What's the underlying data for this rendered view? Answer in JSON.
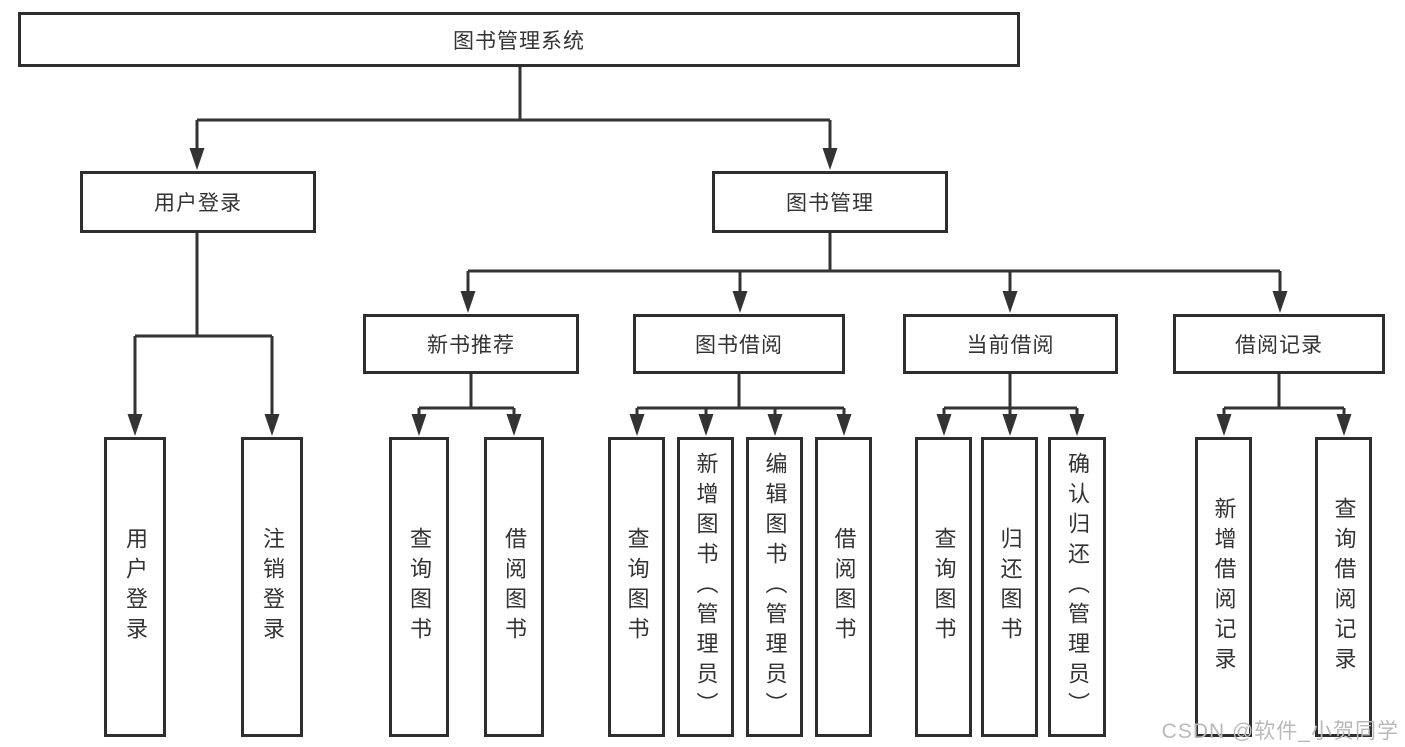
{
  "diagram": {
    "type": "hierarchy-tree",
    "colors": {
      "line": "#333333",
      "border": "#2e2e2e",
      "text": "#333333",
      "background": "#ffffff",
      "watermark_color": "#b9b9b9"
    },
    "nodes": {
      "root": "图书管理系统",
      "user_login": "用户登录",
      "book_management": "图书管理",
      "new_book_recommend": "新书推荐",
      "book_borrowing": "图书借阅",
      "current_borrowing": "当前借阅",
      "borrowing_records": "借阅记录",
      "leaf_user_login": "用户登录",
      "leaf_logout": "注销登录",
      "leaf_query_books_newrec": "查询图书",
      "leaf_borrow_books_newrec": "借阅图书",
      "leaf_query_books_borrow": "查询图书",
      "leaf_add_books_admin": "新增图书（管理员）",
      "leaf_edit_books_admin": "编辑图书（管理员）",
      "leaf_borrow_books_borrow": "借阅图书",
      "leaf_query_books_current": "查询图书",
      "leaf_return_books": "归还图书",
      "leaf_confirm_return_admin": "确认归还（管理员）",
      "leaf_add_borrow_record": "新增借阅记录",
      "leaf_query_borrow_record": "查询借阅记录"
    },
    "hierarchy": {
      "图书管理系统": {
        "用户登录": [
          "用户登录",
          "注销登录"
        ],
        "图书管理": {
          "新书推荐": [
            "查询图书",
            "借阅图书"
          ],
          "图书借阅": [
            "查询图书",
            "新增图书（管理员）",
            "编辑图书（管理员）",
            "借阅图书"
          ],
          "当前借阅": [
            "查询图书",
            "归还图书",
            "确认归还（管理员）"
          ],
          "借阅记录": [
            "新增借阅记录",
            "查询借阅记录"
          ]
        }
      }
    }
  },
  "watermark": {
    "text": "CSDN @软件_小贺同学"
  }
}
